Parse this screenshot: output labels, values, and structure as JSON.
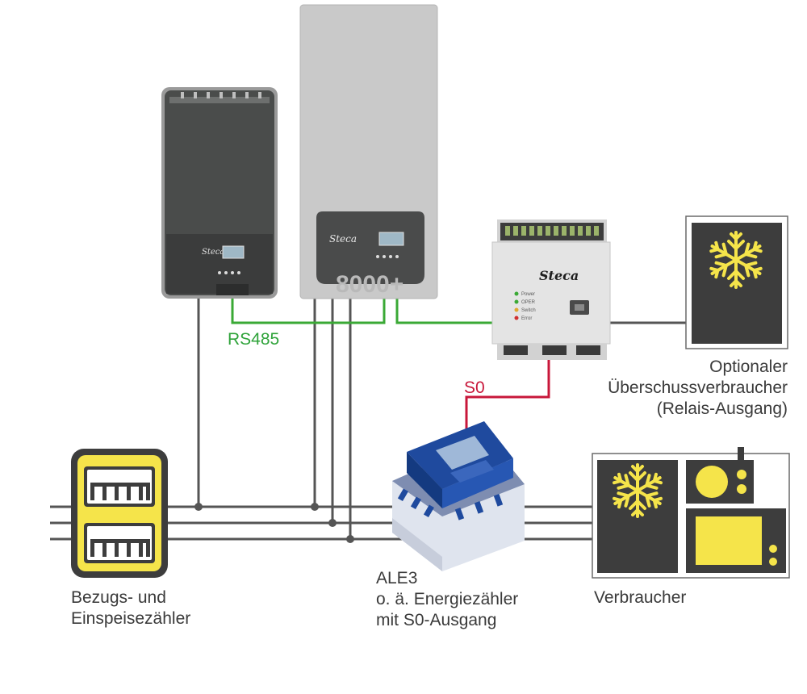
{
  "labels": {
    "rs485": "RS485",
    "s0": "S0",
    "optional_consumer": [
      "Optionaler",
      "Überschussverbraucher",
      "(Relais-Ausgang)"
    ],
    "meter_main": [
      "Bezugs- und",
      "Einspeisezähler"
    ],
    "ale3": [
      "ALE3",
      "o. ä. Energiezähler",
      "mit S0-Ausgang"
    ],
    "consumers": "Verbraucher"
  },
  "device_text": {
    "brand": "Steca",
    "model_number": "8000+",
    "led_labels": [
      "Power",
      "OPER",
      "Switch",
      "Error"
    ]
  },
  "colors": {
    "rs485_line": "#3aa935",
    "s0_line": "#c8173a",
    "grid_line": "#555555",
    "yellow": "#f5e44a",
    "dark_panel": "#3d3d3d"
  }
}
